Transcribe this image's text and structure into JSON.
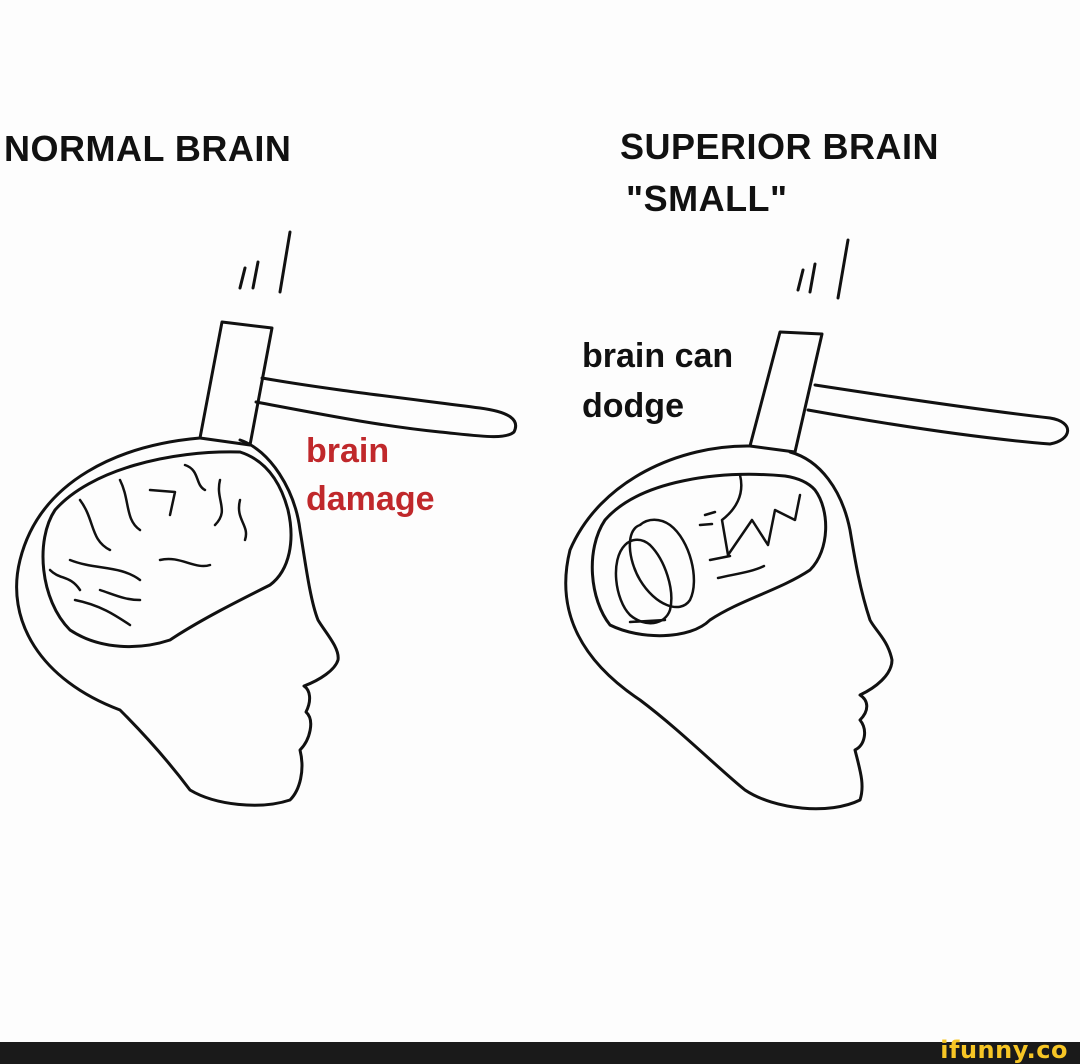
{
  "panels": {
    "left": {
      "title": "NORMAL BRAIN",
      "caption_line1": "brain",
      "caption_line2": "damage",
      "caption_color": "#c0282b"
    },
    "right": {
      "title_line1": "SUPERIOR BRAIN",
      "title_line2": "\"SMALL\"",
      "caption_line1": "brain can",
      "caption_line2": "dodge",
      "caption_color": "#111111"
    }
  },
  "footer": {
    "watermark": "ifunny.co",
    "watermark_color": "#f7c625",
    "background": "#1a1a1a"
  }
}
